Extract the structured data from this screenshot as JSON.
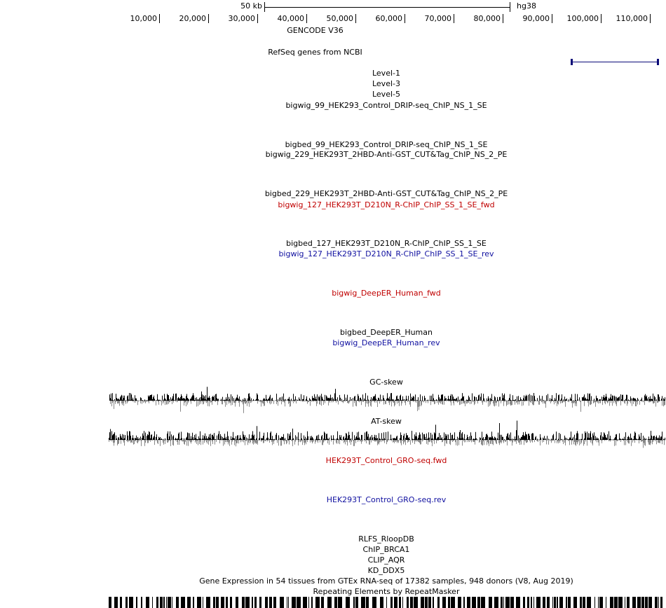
{
  "scale_bar": {
    "length_label": "50 kb",
    "assembly": "hg38"
  },
  "ruler": {
    "ticks": [
      "10,000",
      "20,000",
      "30,000",
      "40,000",
      "50,000",
      "60,000",
      "70,000",
      "80,000",
      "90,000",
      "100,000",
      "110,000"
    ]
  },
  "tracks": {
    "gencode": "GENCODE V36",
    "refseq": "RefSeq genes from NCBI",
    "level1": "Level-1",
    "level3": "Level-3",
    "level5": "Level-5",
    "bigwig_99": "bigwig_99_HEK293_Control_DRIP-seq_ChIP_NS_1_SE",
    "bigbed_99": "bigbed_99_HEK293_Control_DRIP-seq_ChIP_NS_1_SE",
    "bigwig_229": "bigwig_229_HEK293T_2HBD-Anti-GST_CUT&Tag_ChIP_NS_2_PE",
    "bigbed_229": "bigbed_229_HEK293T_2HBD-Anti-GST_CUT&Tag_ChIP_NS_2_PE",
    "bigwig_127_fwd": "bigwig_127_HEK293T_D210N_R-ChIP_ChIP_SS_1_SE_fwd",
    "bigbed_127": "bigbed_127_HEK293T_D210N_R-ChIP_ChIP_SS_1_SE",
    "bigwig_127_rev": "bigwig_127_HEK293T_D210N_R-ChIP_ChIP_SS_1_SE_rev",
    "deeper_fwd": "bigwig_DeepER_Human_fwd",
    "deeper_bed": "bigbed_DeepER_Human",
    "deeper_rev": "bigwig_DeepER_Human_rev",
    "gc_skew": "GC-skew",
    "at_skew": "AT-skew",
    "gro_fwd": "HEK293T_Control_GRO-seq.fwd",
    "gro_rev": "HEK293T_Control_GRO-seq.rev",
    "rlfs": "RLFS_RloopDB",
    "chip_brca1": "ChIP_BRCA1",
    "clip_aqr": "CLIP_AQR",
    "kd_ddx5": "KD_DDX5",
    "gtex": "Gene Expression in 54 tissues from GTEx RNA-seq of 17382 samples, 948 donors (V8, Aug 2019)",
    "repeatmasker": "Repeating Elements by RepeatMasker"
  },
  "colors": {
    "fwd_label": "#c00000",
    "rev_label": "#1010a0",
    "refseq_bar": "#0a0a78",
    "skew_positive": "#000000",
    "skew_negative": "#888888"
  }
}
